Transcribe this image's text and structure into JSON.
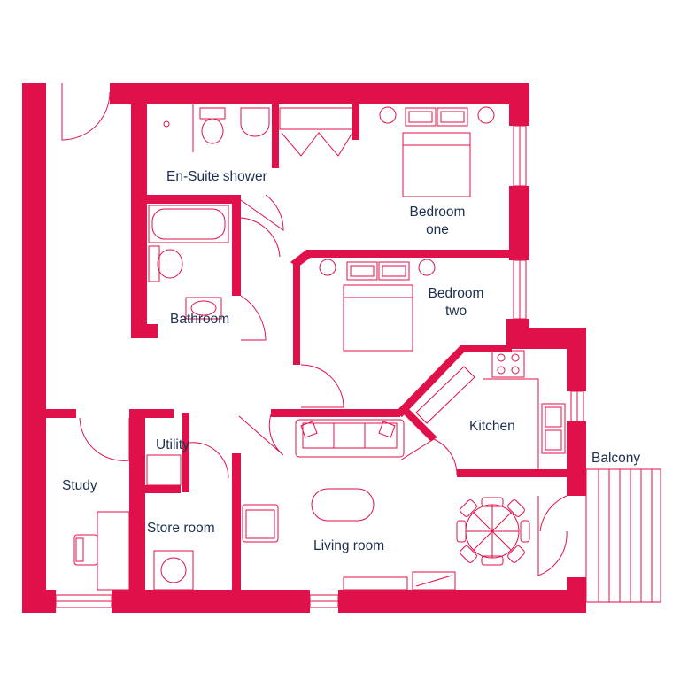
{
  "colors": {
    "wall": "#e0114a",
    "label": "#1c2f4f",
    "background": "#ffffff"
  },
  "rooms": {
    "ensuite": "En-Suite shower",
    "bedroom_one_line1": "Bedroom",
    "bedroom_one_line2": "one",
    "bedroom_two_line1": "Bedroom",
    "bedroom_two_line2": "two",
    "bathroom": "Bathroom",
    "kitchen": "Kitchen",
    "balcony": "Balcony",
    "utility": "Utility",
    "study": "Study",
    "store_room": "Store room",
    "living_room": "Living room"
  },
  "icons": [
    "door-swing-icon",
    "window-icon",
    "bed-icon",
    "sofa-icon",
    "bathtub-icon",
    "toilet-icon",
    "basin-icon",
    "hob-icon",
    "sink-icon",
    "dining-table-icon",
    "desk-icon",
    "washing-machine-icon",
    "armchair-icon",
    "coffee-table-icon",
    "tv-unit-icon",
    "wardrobe-icon",
    "shower-icon"
  ]
}
